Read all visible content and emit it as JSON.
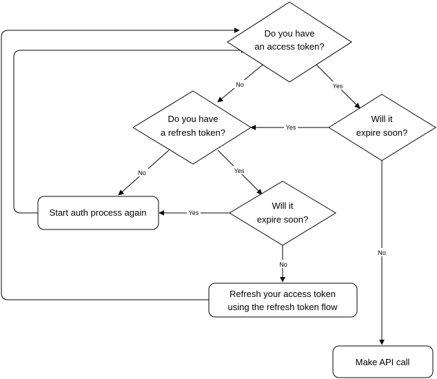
{
  "nodes": {
    "have_access_token": {
      "shape": "diamond",
      "lines": [
        "Do you have",
        "an access token?"
      ]
    },
    "have_refresh_token": {
      "shape": "diamond",
      "lines": [
        "Do you have",
        "a refresh token?"
      ]
    },
    "access_expire_soon": {
      "shape": "diamond",
      "lines": [
        "Will it",
        "expire soon?"
      ]
    },
    "refresh_expire_soon": {
      "shape": "diamond",
      "lines": [
        "Will it",
        "expire soon?"
      ]
    },
    "start_auth": {
      "shape": "rounded-rect",
      "lines": [
        "Start auth process again"
      ]
    },
    "refresh_access_token": {
      "shape": "rounded-rect",
      "lines": [
        "Refresh your access token",
        "using the refresh token flow"
      ]
    },
    "make_api_call": {
      "shape": "rounded-rect",
      "lines": [
        "Make API call"
      ]
    }
  },
  "edges": {
    "access_no": {
      "from": "have_access_token",
      "to": "have_refresh_token",
      "label": "No"
    },
    "access_yes": {
      "from": "have_access_token",
      "to": "access_expire_soon",
      "label": "Yes"
    },
    "access_expire_yes": {
      "from": "access_expire_soon",
      "to": "have_refresh_token",
      "label": "Yes"
    },
    "access_expire_no": {
      "from": "access_expire_soon",
      "to": "make_api_call",
      "label": "No"
    },
    "refresh_no": {
      "from": "have_refresh_token",
      "to": "start_auth",
      "label": "No"
    },
    "refresh_yes": {
      "from": "have_refresh_token",
      "to": "refresh_expire_soon",
      "label": "Yes"
    },
    "refresh_expire_yes": {
      "from": "refresh_expire_soon",
      "to": "start_auth",
      "label": "Yes"
    },
    "refresh_expire_no": {
      "from": "refresh_expire_soon",
      "to": "refresh_access_token",
      "label": "No"
    },
    "start_auth_loop": {
      "from": "start_auth",
      "to": "have_access_token",
      "label": ""
    },
    "refresh_loop": {
      "from": "refresh_access_token",
      "to": "have_access_token",
      "label": ""
    }
  }
}
